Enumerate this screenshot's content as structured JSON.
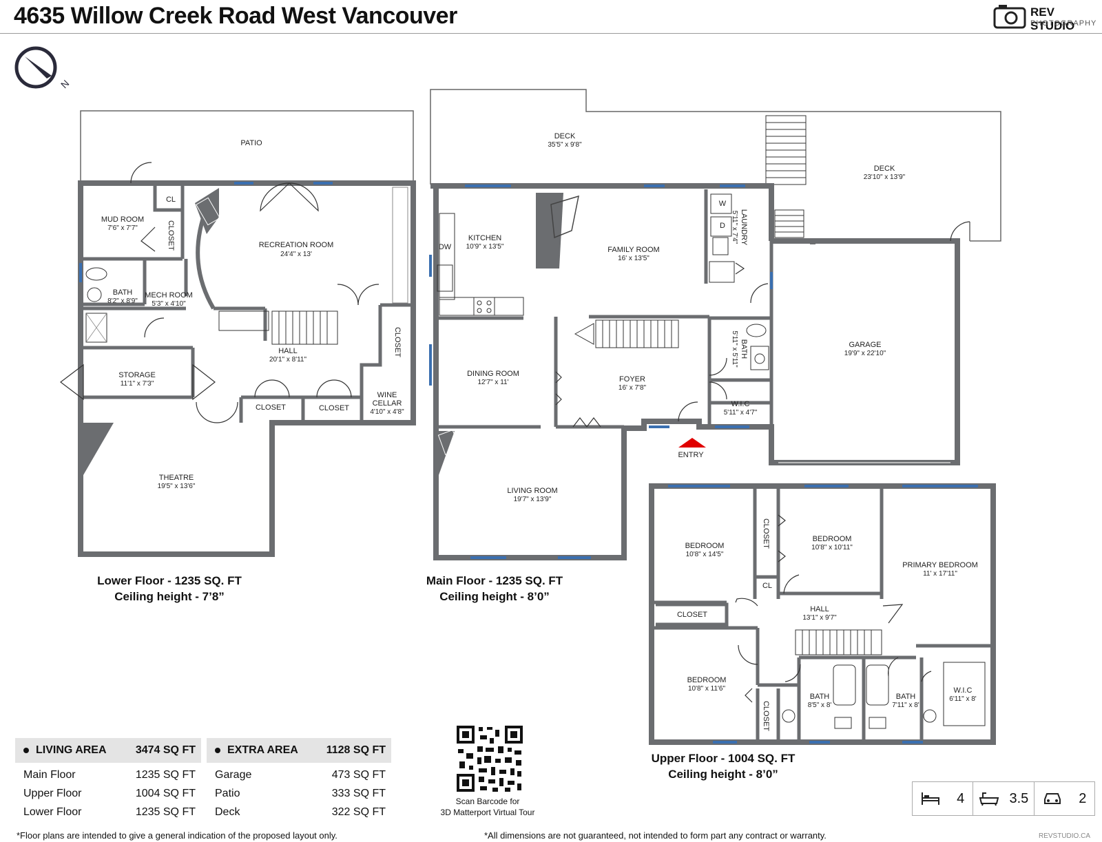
{
  "header": {
    "title": "4635 Willow Creek Road West Vancouver",
    "brand": "REV STUDIO",
    "brand_sub": "PHOTOGRAPHY"
  },
  "compass": {
    "label": "N"
  },
  "lower": {
    "patio": "PATIO",
    "mud_room": "MUD ROOM",
    "mud_room_dim": "7'6\" x 7'7\"",
    "cl": "CL",
    "closet": "CLOSET",
    "recreation": "RECREATION ROOM",
    "recreation_dim": "24'4\" x 13'",
    "bath": "BATH",
    "bath_dim": "8'2\" x 8'9\"",
    "mech": "MECH ROOM",
    "mech_dim": "5'3\" x 4'10\"",
    "closet_right": "CLOSET",
    "hall": "HALL",
    "hall_dim": "20'1\" x 8'11\"",
    "storage": "STORAGE",
    "storage_dim": "11'1\" x 7'3\"",
    "closet_a": "CLOSET",
    "closet_b": "CLOSET",
    "wine": "WINE",
    "cellar": "CELLAR",
    "wine_dim": "4'10\" x 4'8\"",
    "theatre": "THEATRE",
    "theatre_dim": "19'5\" x 13'6\"",
    "caption_1": "Lower Floor - 1235 SQ. FT",
    "caption_2": "Ceiling height - 7’8”"
  },
  "main": {
    "deck": "DECK",
    "deck_dim": "35'5\" x 9'8\"",
    "deck2": "DECK",
    "deck2_dim": "23'10\" x 13'9\"",
    "kitchen": "KITCHEN",
    "kitchen_dim": "10'9\" x 13'5\"",
    "dw": "DW",
    "family": "FAMILY ROOM",
    "family_dim": "16' x 13'5\"",
    "laundry": "LAUNDRY",
    "laundry_dim": "5'11\" x 7'4\"",
    "w": "W",
    "d": "D",
    "dining": "DINING ROOM",
    "dining_dim": "12'7\" x 11'",
    "foyer": "FOYER",
    "foyer_dim": "16' x 7'8\"",
    "bath": "BATH",
    "bath_dim": "5'11\" x 5'11\"",
    "wic": "W.I.C",
    "wic_dim": "5'11\" x 4'7\"",
    "garage": "GARAGE",
    "garage_dim": "19'9\" x 22'10\"",
    "entry": "ENTRY",
    "living": "LIVING ROOM",
    "living_dim": "19'7\" x 13'9\"",
    "caption_1": "Main Floor - 1235 SQ. FT",
    "caption_2": "Ceiling height - 8’0”"
  },
  "upper": {
    "bed1": "BEDROOM",
    "bed1_dim": "10'8\" x 14'5\"",
    "closet_v1": "CLOSET",
    "bed2": "BEDROOM",
    "bed2_dim": "10'8\" x 10'11\"",
    "primary": "PRIMARY BEDROOM",
    "primary_dim": "11' x 17'11\"",
    "cl": "CL",
    "closet_h": "CLOSET",
    "hall": "HALL",
    "hall_dim": "13'1\" x 9'7\"",
    "bed3": "BEDROOM",
    "bed3_dim": "10'8\" x 11'6\"",
    "closet_v2": "CLOSET",
    "bath1": "BATH",
    "bath1_dim": "8'5\" x 8'",
    "bath2": "BATH",
    "bath2_dim": "7'11\" x 8'",
    "wic": "W.I.C",
    "wic_dim": "6'11\" x 8'",
    "caption_1": "Upper  Floor - 1004 SQ. FT",
    "caption_2": "Ceiling height - 8’0”"
  },
  "living_area": {
    "label": "LIVING AREA",
    "total": "3474 SQ FT",
    "rows": [
      {
        "name": "Main Floor",
        "value": "1235 SQ FT"
      },
      {
        "name": "Upper Floor",
        "value": "1004 SQ FT"
      },
      {
        "name": "Lower Floor",
        "value": "1235 SQ FT"
      }
    ]
  },
  "extra_area": {
    "label": "EXTRA AREA",
    "total": "1128 SQ FT",
    "rows": [
      {
        "name": "Garage",
        "value": "473 SQ FT"
      },
      {
        "name": "Patio",
        "value": "333 SQ FT"
      },
      {
        "name": "Deck",
        "value": "322 SQ FT"
      }
    ]
  },
  "qr": {
    "caption_1": "Scan Barcode for",
    "caption_2": "3D Matterport Virtual Tour"
  },
  "stats": {
    "beds": "4",
    "baths": "3.5",
    "parking": "2"
  },
  "footer": {
    "left": "*Floor plans are intended to give a general indication of the proposed layout only.",
    "right": "*All dimensions are not guaranteed, not intended to form part any contract or warranty.",
    "site": "REVSTUDIO.CA"
  },
  "colors": {
    "wall": "#6b6d70",
    "wall_dark": "#4a4a4a",
    "window": "#3a6fb0",
    "entry": "#e00000"
  }
}
